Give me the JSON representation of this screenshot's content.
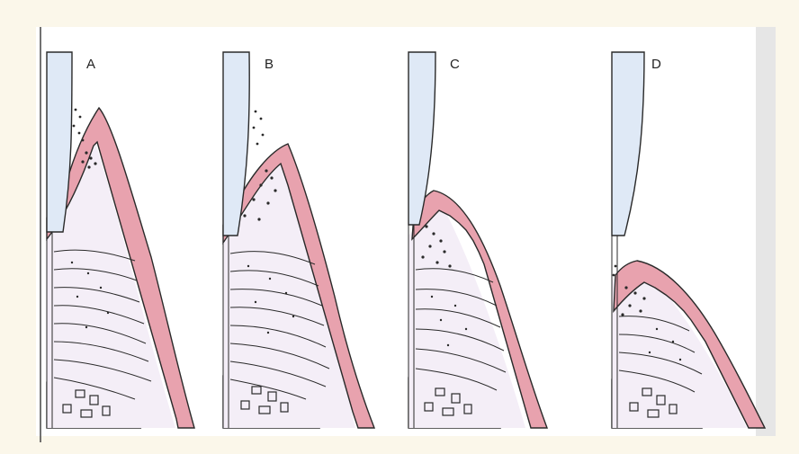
{
  "figure": {
    "panels": [
      {
        "label": "A"
      },
      {
        "label": "B"
      },
      {
        "label": "C"
      },
      {
        "label": "D"
      }
    ]
  },
  "colors": {
    "background": "#fbf7ea",
    "page": "#ffffff",
    "tooth": "#dfe9f6",
    "gingiva": "#e8a2ae",
    "connective_tissue": "#f4eef7",
    "bone": "#f1edbd",
    "outline": "#2a2a2a"
  }
}
